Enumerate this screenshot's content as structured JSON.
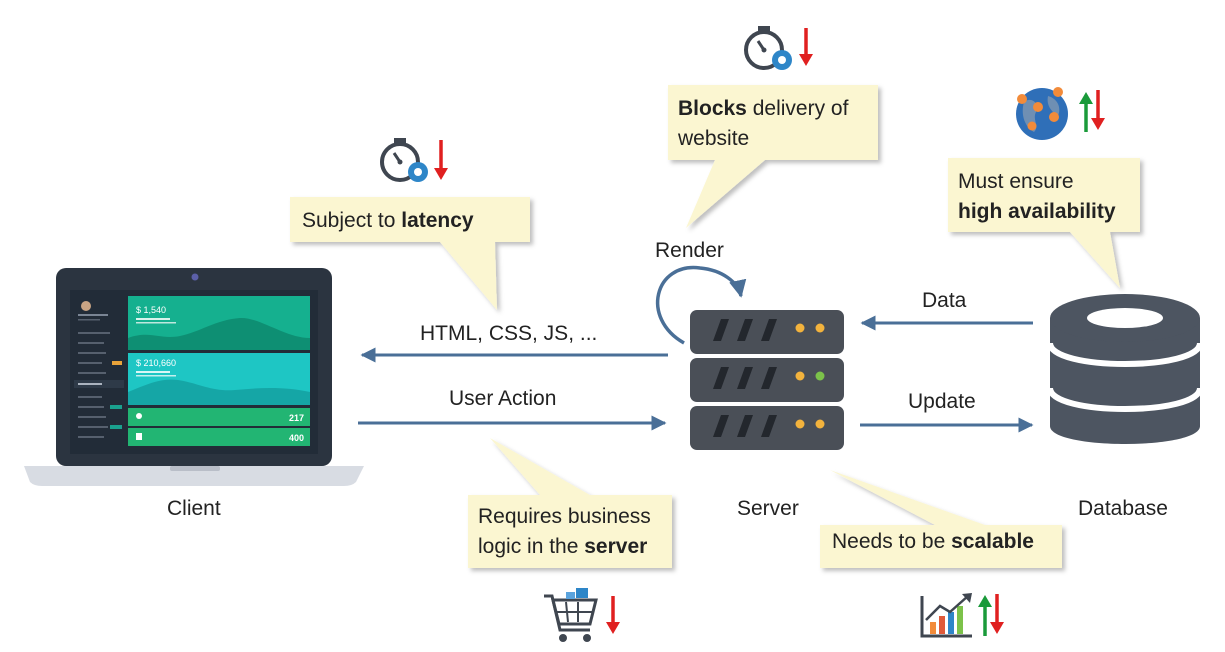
{
  "nodes": {
    "client": "Client",
    "server": "Server",
    "database": "Database"
  },
  "edges": {
    "html_css_js": "HTML, CSS, JS, ...",
    "user_action": "User Action",
    "render": "Render",
    "data": "Data",
    "update": "Update"
  },
  "callouts": {
    "latency": {
      "pre": "Subject to ",
      "bold": "latency"
    },
    "blocks": {
      "bold": "Blocks",
      "post1": " delivery of",
      "line2": "website"
    },
    "availability": {
      "line1": "Must ensure",
      "bold": "high availability"
    },
    "business": {
      "line1": "Requires business",
      "pre2": "logic in the ",
      "bold": "server"
    },
    "scalable": {
      "pre": "Needs to be ",
      "bold": "scalable"
    }
  },
  "laptop_screen": {
    "card1_value": "$ 1,540",
    "card2_value": "$ 210,660",
    "stat1": "217",
    "stat2": "400"
  },
  "icons": [
    "stopwatch-gear-icon",
    "globe-pins-icon",
    "shopping-cart-icon",
    "growth-chart-icon",
    "arrow-down-icon",
    "arrow-up-icon"
  ],
  "colors": {
    "arrow": "#4a6f97",
    "callout_fill": "#fbf6d1",
    "server_body": "#4a4f57",
    "database": "#4d5561",
    "down_arrow": "#e02020",
    "up_arrow": "#1a9a3a"
  }
}
